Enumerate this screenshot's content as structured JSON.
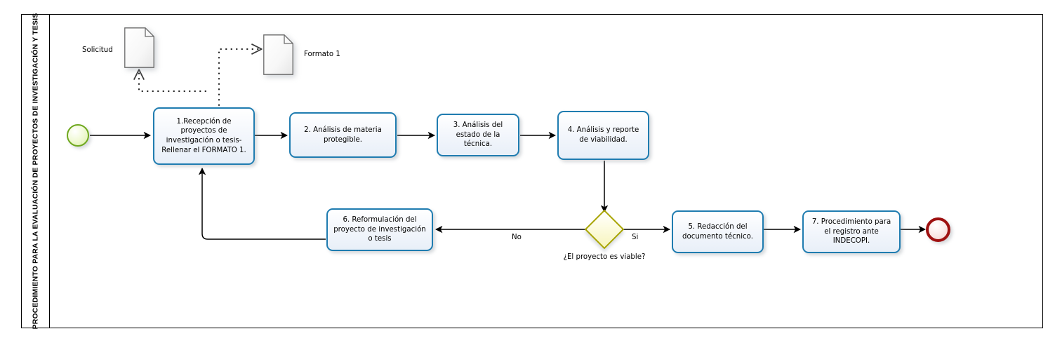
{
  "diagram": {
    "type": "bpmn-process-flow",
    "lane_title": "PROCEDIMIENTO PARA LA EVALUACIÓN DE PROYECTOS DE INVESTIGACIÓN Y TESIS",
    "colors": {
      "task_border": "#1F7CB0",
      "task_fill": "#EDF3FB",
      "start_event_border": "#6FA81E",
      "end_event_border": "#9E1010",
      "gateway_border": "#A8A400",
      "gateway_fill": "#F8F6C3",
      "connector": "#000000",
      "frame": "#000000"
    }
  },
  "events": {
    "start": {
      "name": "start-event"
    },
    "end": {
      "name": "end-event"
    }
  },
  "tasks": [
    {
      "id": "task-1",
      "label": "1.Recepción de proyectos de investigación o tesis- Rellenar el FORMATO 1."
    },
    {
      "id": "task-2",
      "label": "2. Análisis de materia protegible."
    },
    {
      "id": "task-3",
      "label": "3. Análisis del estado de la técnica."
    },
    {
      "id": "task-4",
      "label": "4. Análisis y reporte de viabilidad."
    },
    {
      "id": "task-5",
      "label": "5.  Redacción del documento técnico."
    },
    {
      "id": "task-6",
      "label": "6. Reformulación del proyecto de investigación o tesis"
    },
    {
      "id": "task-7",
      "label": "7. Procedimiento para el registro ante INDECOPI."
    }
  ],
  "gateway": {
    "label": "¿El proyecto es viable?"
  },
  "flow_labels": {
    "yes": "Si",
    "no": "No"
  },
  "data_objects": [
    {
      "id": "doc-solicitud",
      "label": "Solicitud"
    },
    {
      "id": "doc-formato-1",
      "label": "Formato 1"
    }
  ]
}
